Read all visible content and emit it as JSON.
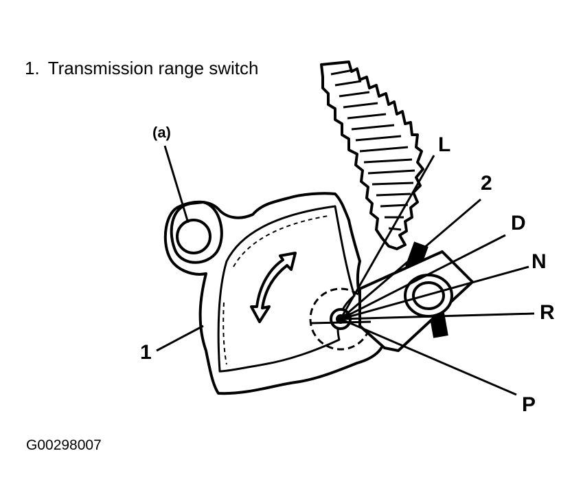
{
  "legend": {
    "number": "1.",
    "text": "Transmission range switch"
  },
  "figure_id": "G00298007",
  "callouts": {
    "a": "(a)",
    "part1": "1",
    "L": "L",
    "two": "2",
    "D": "D",
    "N": "N",
    "R": "R",
    "P": "P"
  },
  "colors": {
    "ink": "#000000",
    "paper": "#ffffff"
  }
}
